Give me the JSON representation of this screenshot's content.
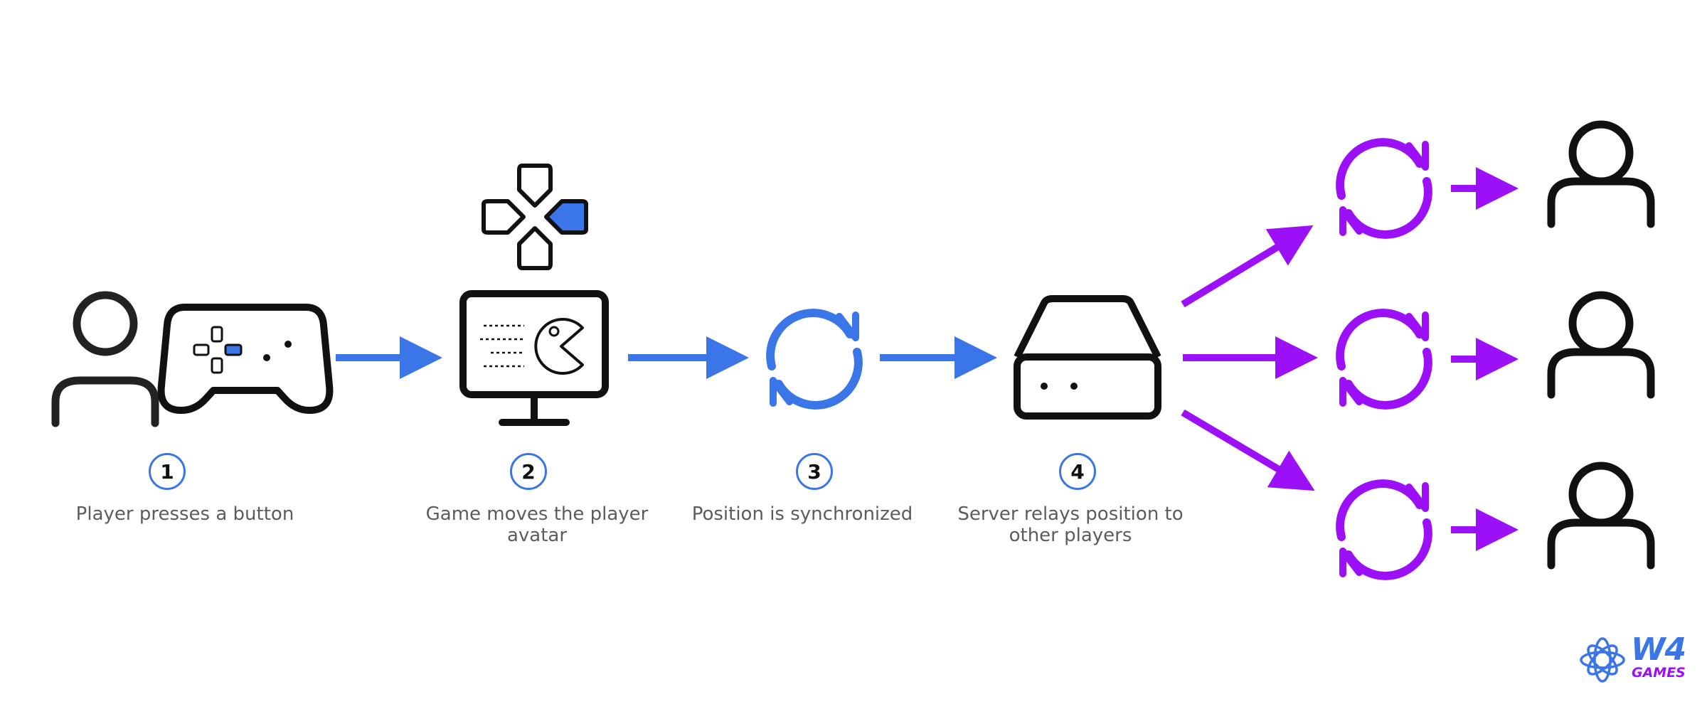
{
  "colors": {
    "ink": "#111111",
    "blue_accent": "#3a76e8",
    "purple_accent": "#9b10f6",
    "label_text": "#5c5c5c"
  },
  "steps": [
    {
      "number": "1",
      "label": "Player presses a button"
    },
    {
      "number": "2",
      "label": "Game moves the player avatar"
    },
    {
      "number": "3",
      "label": "Position is synchronized"
    },
    {
      "number": "4",
      "label": "Server relays position to other players"
    }
  ],
  "icons": [
    "player-icon",
    "gamepad-icon",
    "dpad-icon",
    "monitor-pacman-icon",
    "sync-icon",
    "server-icon",
    "remote-player-icon"
  ],
  "logo": {
    "line1": "W4",
    "line2": "GAMES"
  }
}
